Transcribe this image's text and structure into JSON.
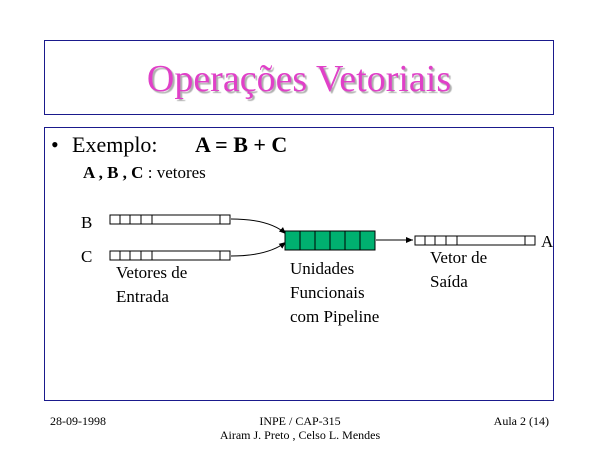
{
  "title": "Operações Vetoriais",
  "content": {
    "bullet": "•",
    "example_label": "Exemplo:",
    "equation": "A = B + C",
    "vectors_names": "A , B , C",
    "vectors_suffix": " : vetores"
  },
  "diagram": {
    "label_b": "B",
    "label_c": "C",
    "label_a": "A",
    "input_vectors_label": "Vetores de\nEntrada",
    "functional_units_label": "Unidades\nFuncionais\ncom Pipeline",
    "output_vector_label": "Vetor de\nSaída",
    "pipeline_stages": 6,
    "colors": {
      "pipeline_fill": "#00b070",
      "title": "#e040c8",
      "frame": "#1a1a8c"
    }
  },
  "footer": {
    "date": "28-09-1998",
    "course": "INPE / CAP-315",
    "authors": "Airam J. Preto , Celso L. Mendes",
    "page": "Aula 2 (14)"
  }
}
